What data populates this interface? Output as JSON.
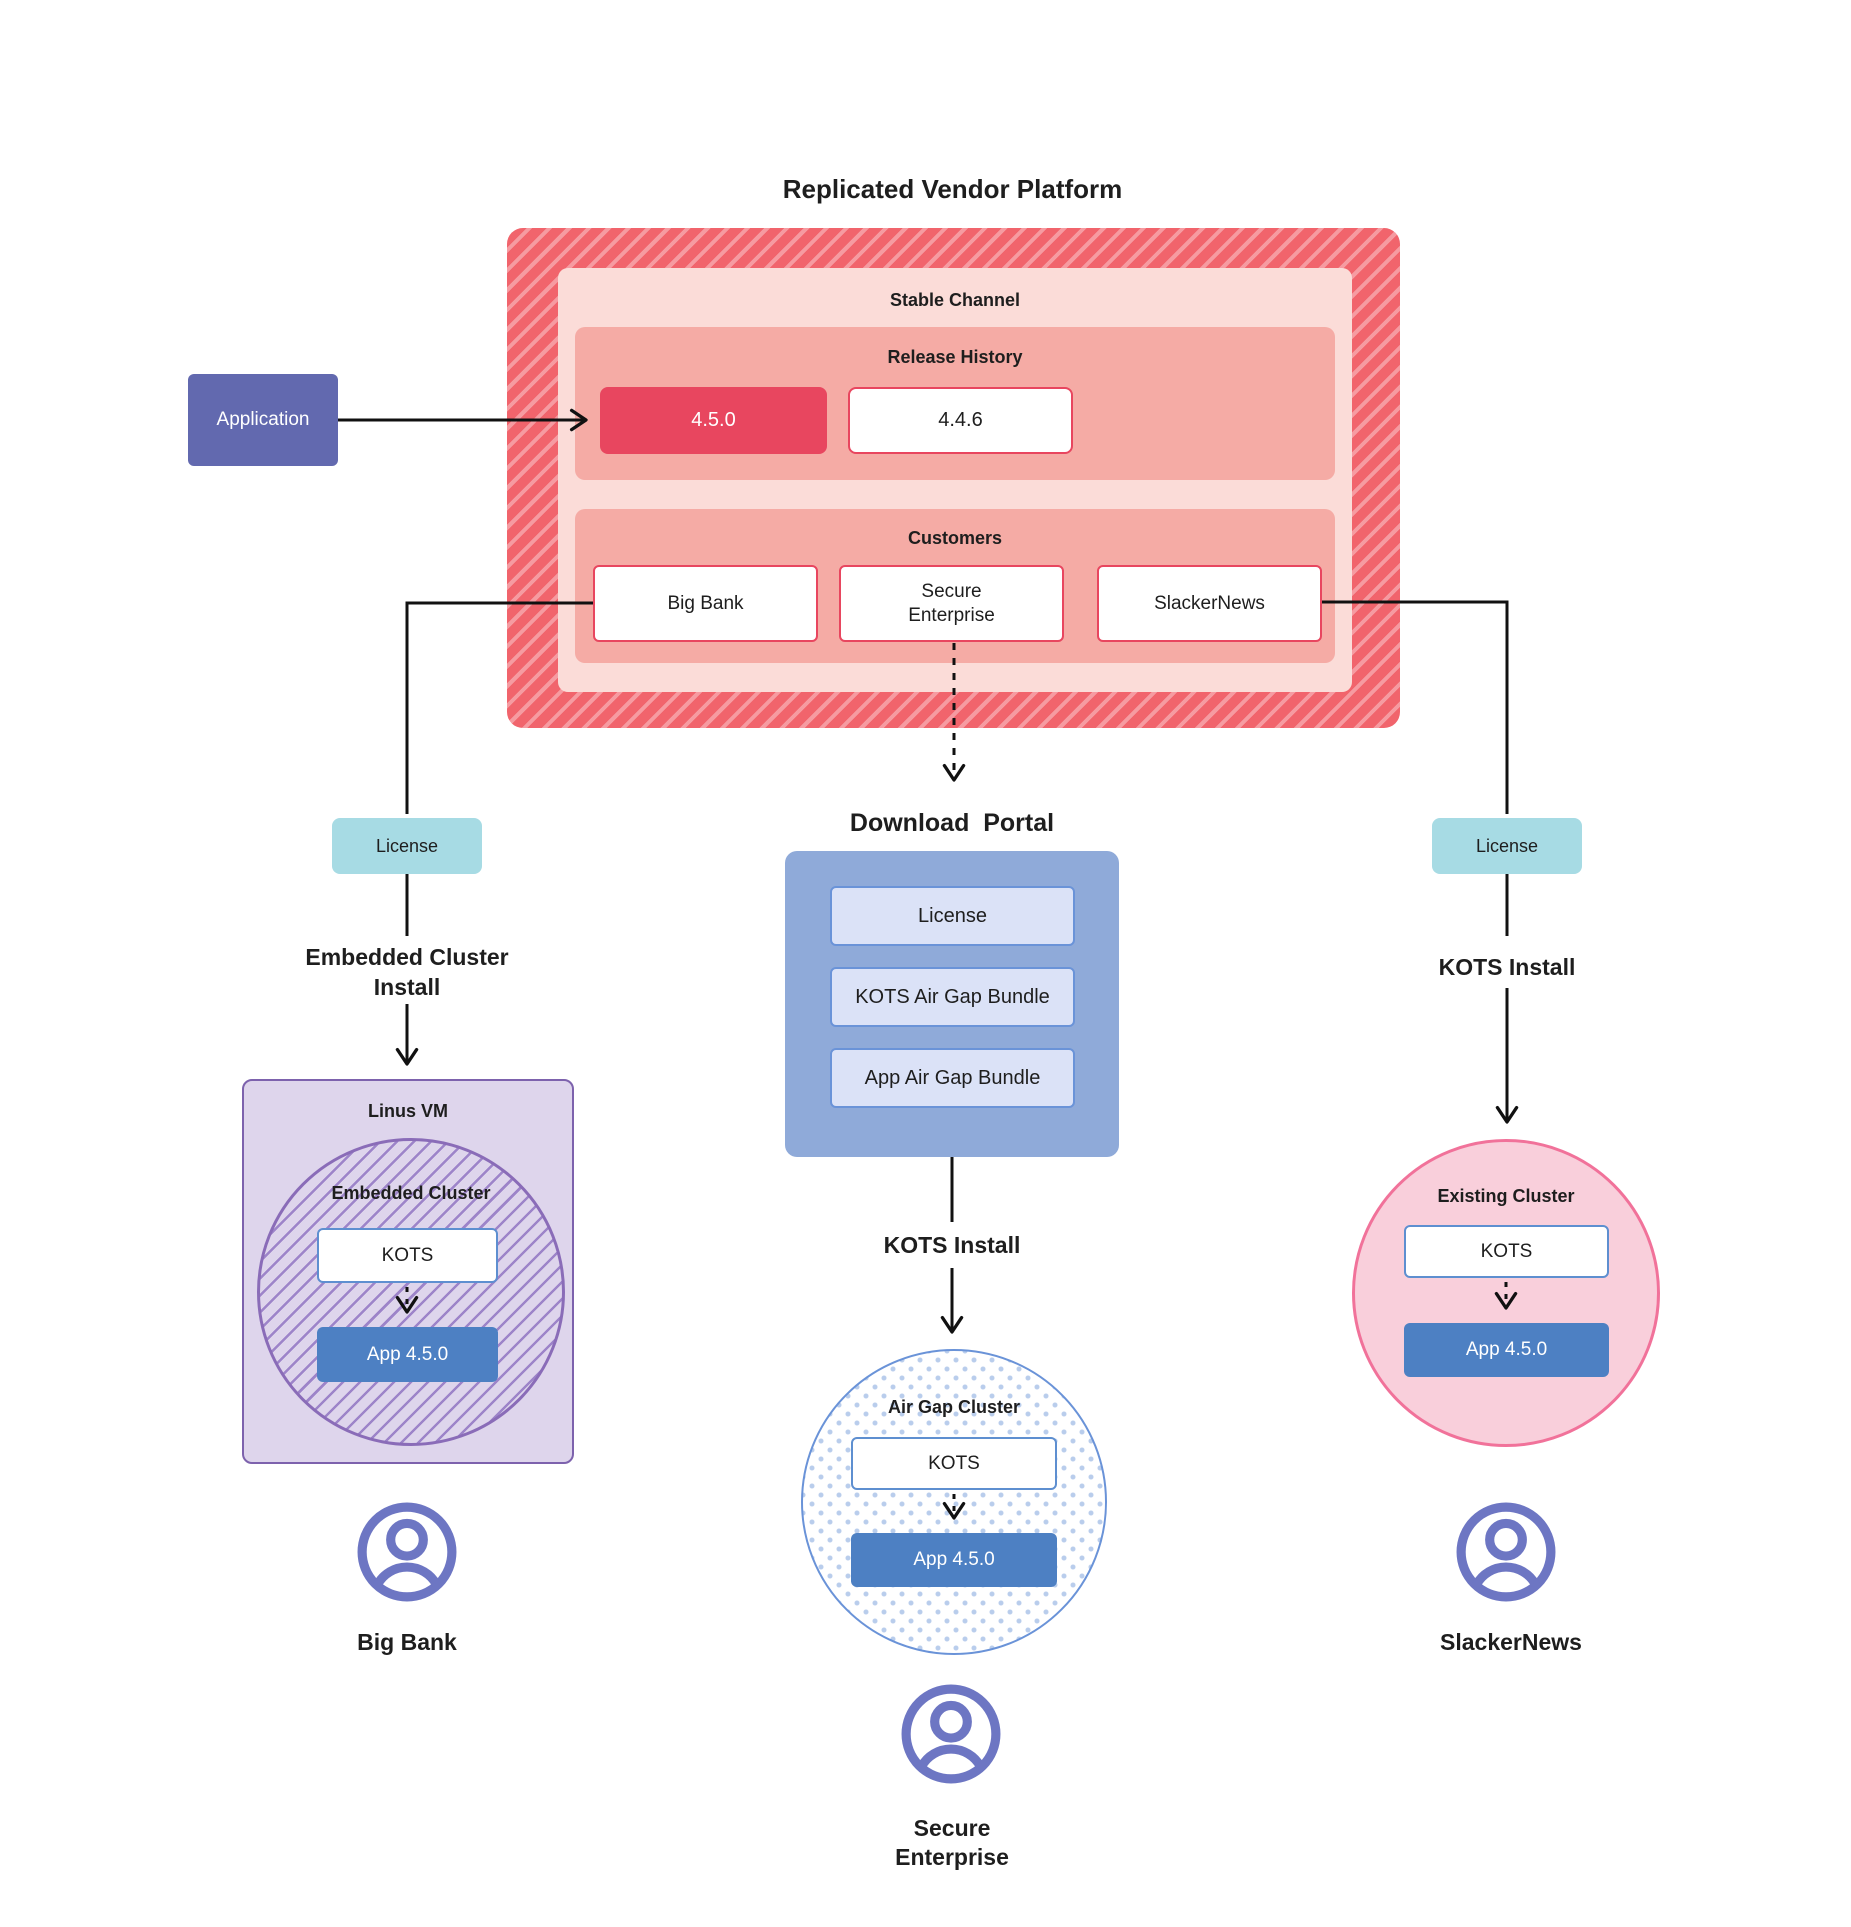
{
  "title": "Replicated Vendor Platform",
  "application": {
    "label": "Application"
  },
  "platform": {
    "stable_channel_label": "Stable Channel",
    "release_history": {
      "label": "Release History",
      "releases": [
        {
          "version": "4.5.0"
        },
        {
          "version": "4.4.6"
        }
      ]
    },
    "customers": {
      "label": "Customers",
      "items": [
        {
          "name": "Big Bank"
        },
        {
          "name": "Secure Enterprise"
        },
        {
          "name": "SlackerNews"
        }
      ]
    }
  },
  "download_portal": {
    "title": "Download  Portal",
    "items": [
      {
        "label": "License"
      },
      {
        "label": "KOTS Air Gap Bundle"
      },
      {
        "label": "App Air Gap Bundle"
      }
    ],
    "install_label": "KOTS Install"
  },
  "branches": {
    "left": {
      "license_label": "License",
      "install_label": "Embedded Cluster Install",
      "vm_label": "Linus VM",
      "cluster_label": "Embedded Cluster",
      "kots_label": "KOTS",
      "app_label": "App 4.5.0",
      "user_label": "Big Bank"
    },
    "middle": {
      "cluster_label": "Air Gap Cluster",
      "kots_label": "KOTS",
      "app_label": "App 4.5.0",
      "user_label": "Secure Enterprise"
    },
    "right": {
      "license_label": "License",
      "install_label": "KOTS Install",
      "cluster_label": "Existing Cluster",
      "kots_label": "KOTS",
      "app_label": "App 4.5.0",
      "user_label": "SlackerNews"
    }
  },
  "colors": {
    "accent_red": "#e8465f",
    "hatch_red": "#f1646c",
    "hatch_red_stripe": "#f69ba1",
    "stable_pink": "#fbdcd8",
    "salmon": "#f5aba5",
    "indigo": "#6269af",
    "teal": "#a7dbe4",
    "portal_blue": "#8faad9",
    "portal_item_bg": "#dbe2f7",
    "app_blue": "#4d80c3",
    "lavender": "#ded5ec",
    "purple_border": "#7d62ad",
    "purple_stripe": "#9d84c9",
    "pink_fill": "#f9cfdb",
    "pink_border": "#f1729a",
    "blue_border": "#5e8fd0",
    "dot_blue": "#b9cdec",
    "user_icon": "#6d76c3",
    "line": "#111111"
  }
}
